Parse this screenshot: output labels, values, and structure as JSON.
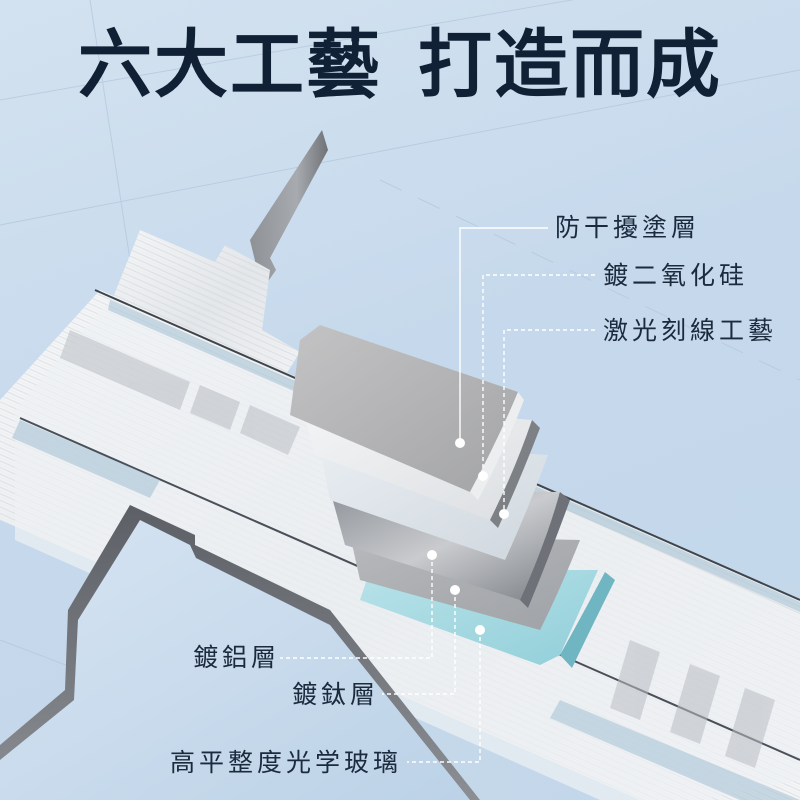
{
  "headline": {
    "part1": "六大工藝",
    "part2": "打造而成"
  },
  "layers_top": [
    {
      "label": "防干擾塗層"
    },
    {
      "label": "鍍二氧化硅"
    },
    {
      "label": "激光刻線工藝"
    }
  ],
  "layers_bottom": [
    {
      "label": "鍍鋁層"
    },
    {
      "label": "鍍鈦層"
    },
    {
      "label": "高平整度光学玻璃"
    }
  ],
  "colors": {
    "background": "#c9dbec",
    "headline_text": "#112135",
    "label_text": "#1b2a3d",
    "metal_light": "#eef0f2",
    "metal_dark": "#8a8d91",
    "glass_blue": "#a9dbe3",
    "leader_line": "#ffffff"
  },
  "illustration": {
    "subject": "vernier-caliper-cross-section",
    "layer_count": 6
  }
}
